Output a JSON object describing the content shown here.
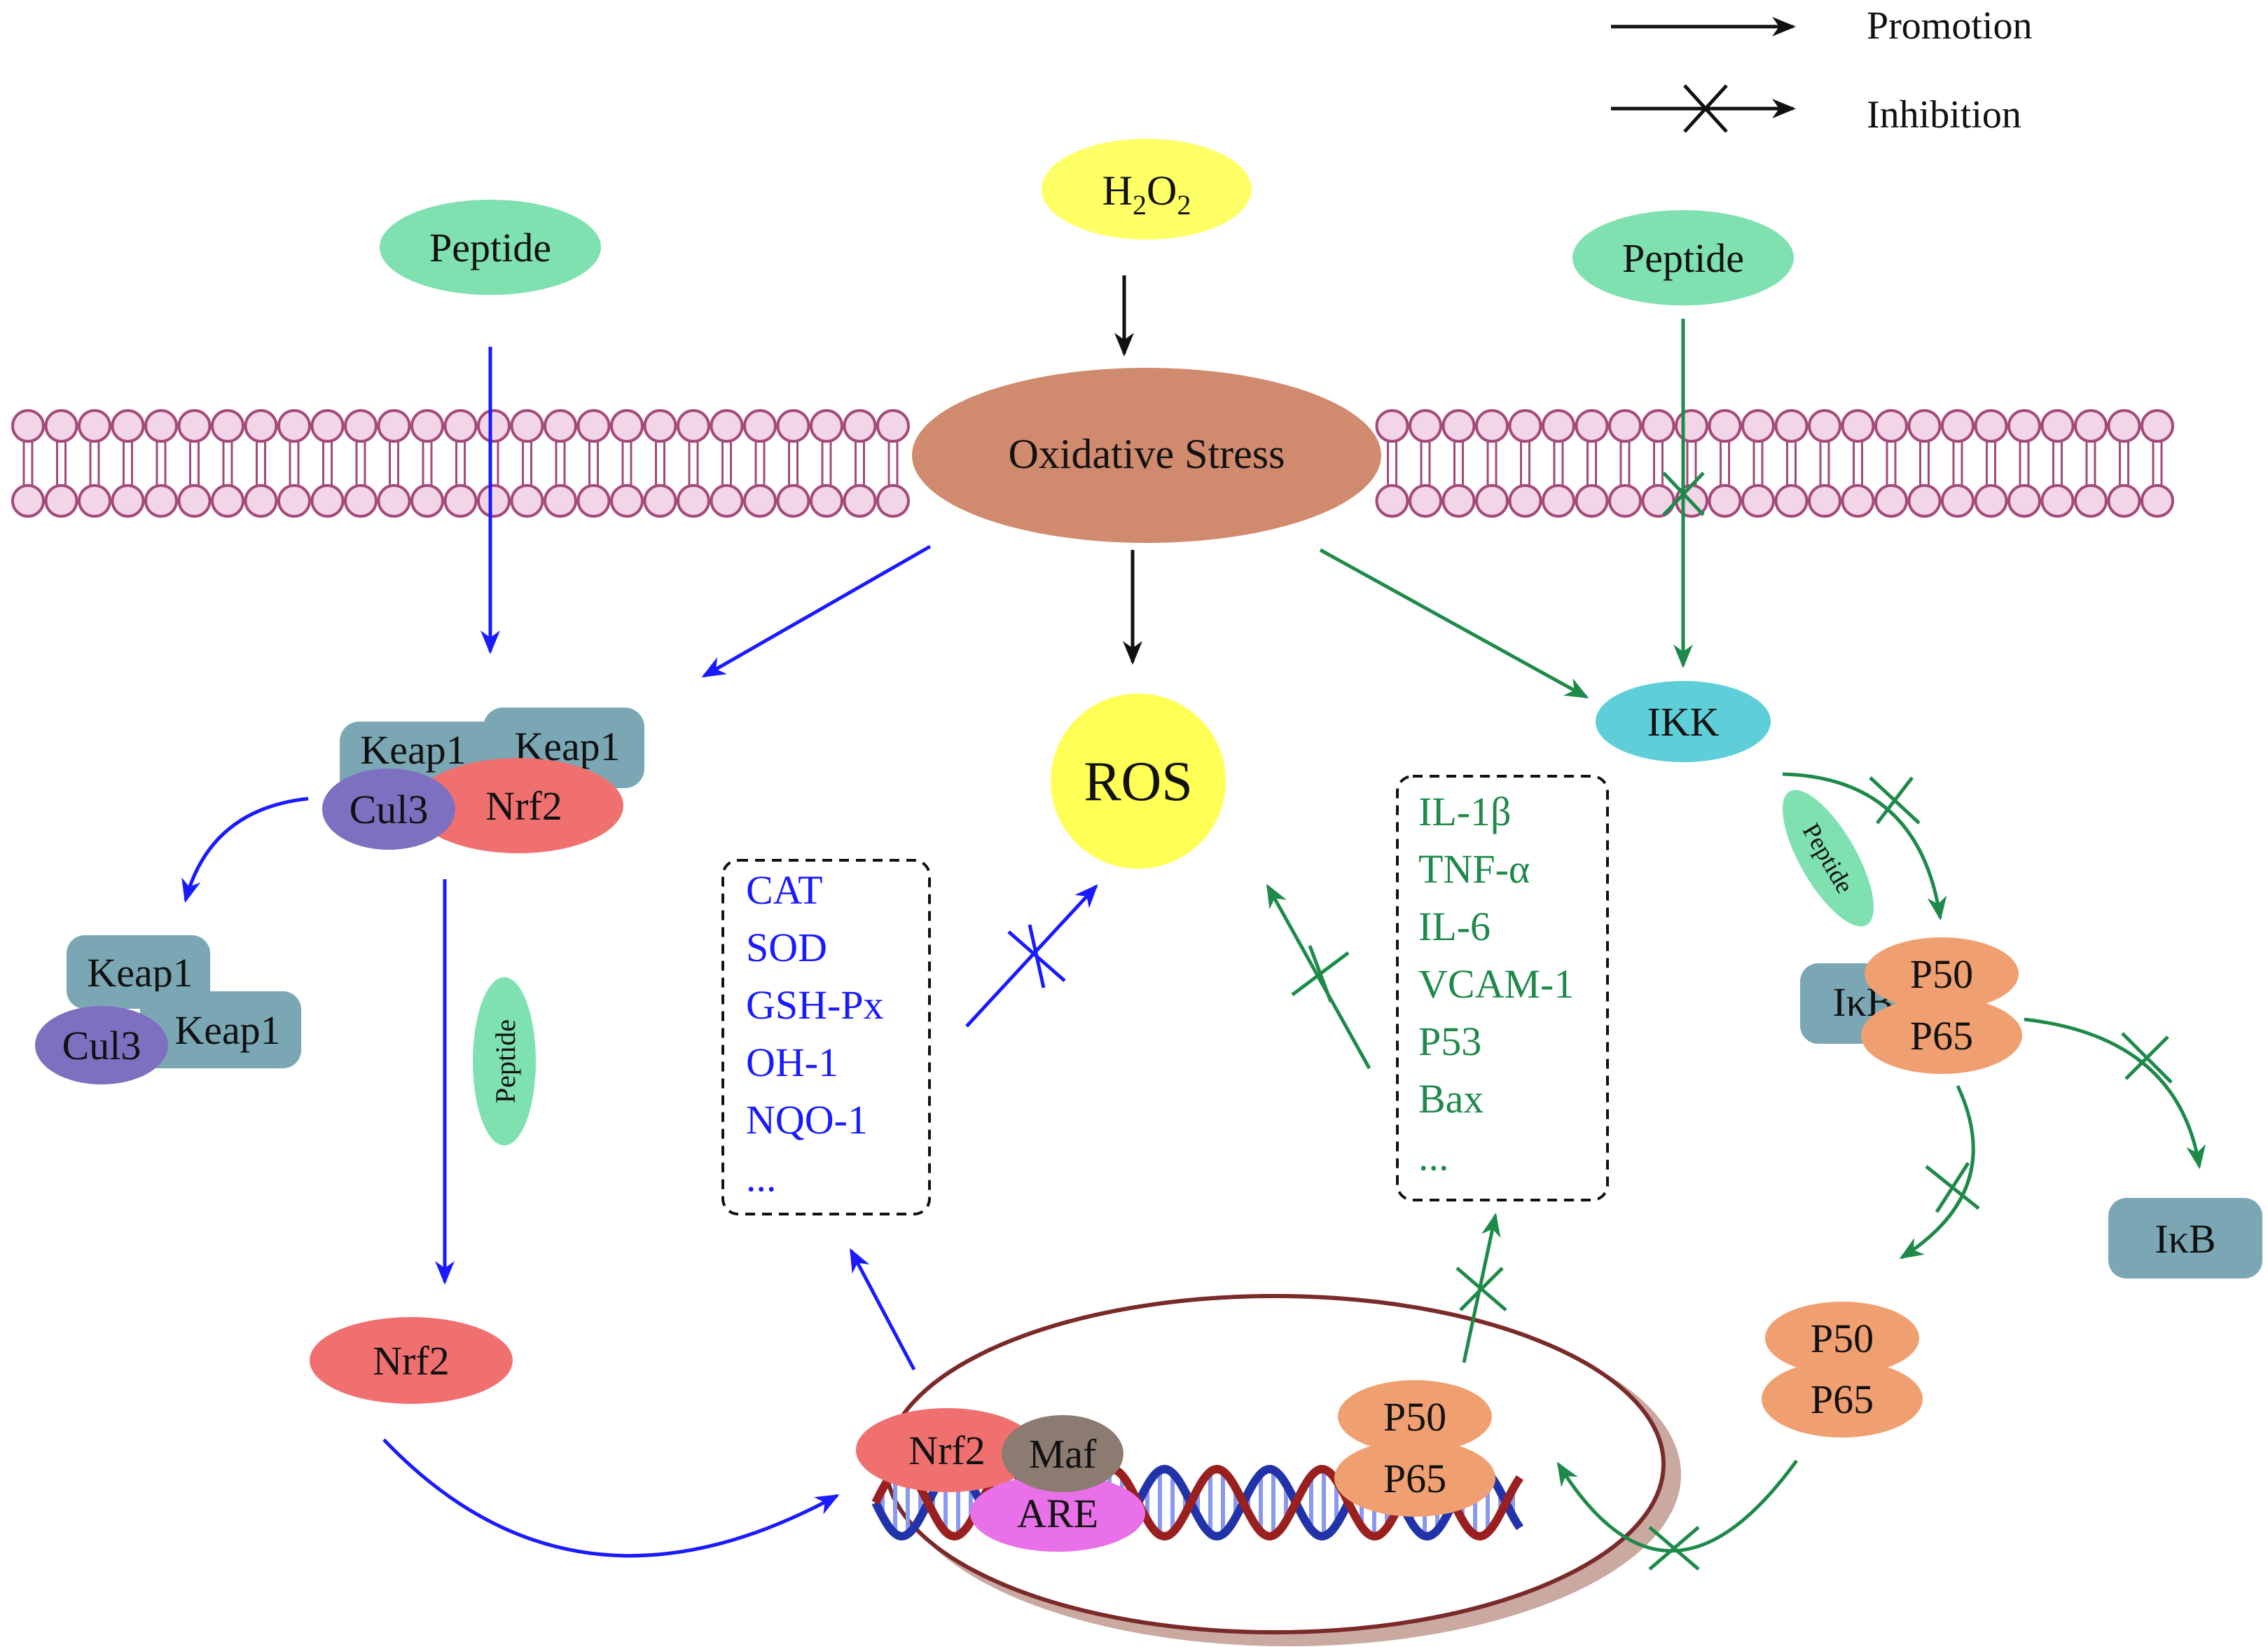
{
  "legend": {
    "promotion": "Promotion",
    "inhibition": "Inhibition"
  },
  "nodes": {
    "h2o2": "H2O2",
    "peptide_left": "Peptide",
    "peptide_right": "Peptide",
    "peptide_vertical": "Peptide",
    "peptide_rotated": "Peptide",
    "oxidative_stress": "Oxidative Stress",
    "ros": "ROS",
    "ikk": "IKK",
    "keap1_a": "Keap1",
    "keap1_b": "Keap1",
    "cul3": "Cul3",
    "nrf2_complex": "Nrf2",
    "keap1_c": "Keap1",
    "keap1_d": "Keap1",
    "cul3_b": "Cul3",
    "nrf2_free": "Nrf2",
    "nrf2_nucleus": "Nrf2",
    "maf": "Maf",
    "are": "ARE",
    "ikb_complex": "IκB",
    "p50_complex": "P50",
    "p65_complex": "P65",
    "ikb_free": "IκB",
    "p50_free": "P50",
    "p65_free": "P65",
    "p50_nucleus": "P50",
    "p65_nucleus": "P65"
  },
  "antioxidant_list": [
    "CAT",
    "SOD",
    "GSH-Px",
    "OH-1",
    "NQO-1",
    "..."
  ],
  "inflammatory_list": [
    "IL-1β",
    "TNF-α",
    "IL-6",
    "VCAM-1",
    "P53",
    "Bax",
    "..."
  ],
  "colors": {
    "blue": "#1a1aff",
    "green": "#1e8a4a",
    "black": "#111111",
    "membrane": "#a44a7a",
    "membrane_fill": "#f2d5e6",
    "peptide": "#7fe0b0",
    "h2o2": "#ffff66",
    "ros": "#ffff55",
    "oxidative": "#d08a6e",
    "ikk": "#5ecfd8",
    "keap1": "#7aa7b3",
    "cul3": "#7e70c0",
    "nrf2": "#f07070",
    "maf": "#8b7b70",
    "are": "#e870e8",
    "p_subunit": "#f0a070",
    "ikb": "#7aa7b3"
  }
}
